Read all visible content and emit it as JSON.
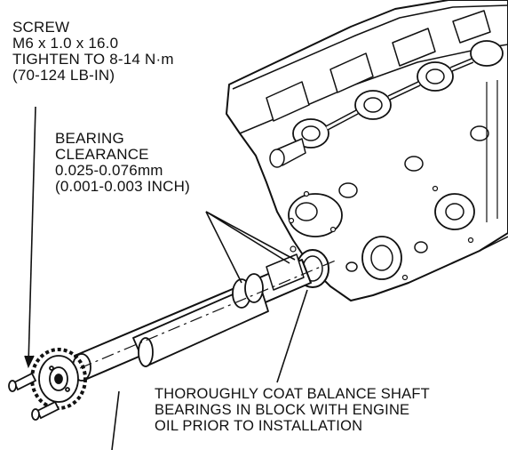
{
  "callouts": {
    "screw": {
      "line1": "SCREW",
      "line2": "M6 x 1.0 x 16.0",
      "line3": "TIGHTEN TO 8-14 N·m",
      "line4": "(70-124 LB-IN)"
    },
    "bearing": {
      "line1": "BEARING",
      "line2": "CLEARANCE",
      "line3": "0.025-0.076mm",
      "line4": "(0.001-0.003 INCH)"
    },
    "coat": {
      "line1": "THOROUGHLY COAT BALANCE SHAFT",
      "line2": "BEARINGS IN BLOCK WITH ENGINE",
      "line3": "OIL PRIOR TO INSTALLATION"
    }
  },
  "colors": {
    "ink": "#111111",
    "background": "#ffffff"
  }
}
